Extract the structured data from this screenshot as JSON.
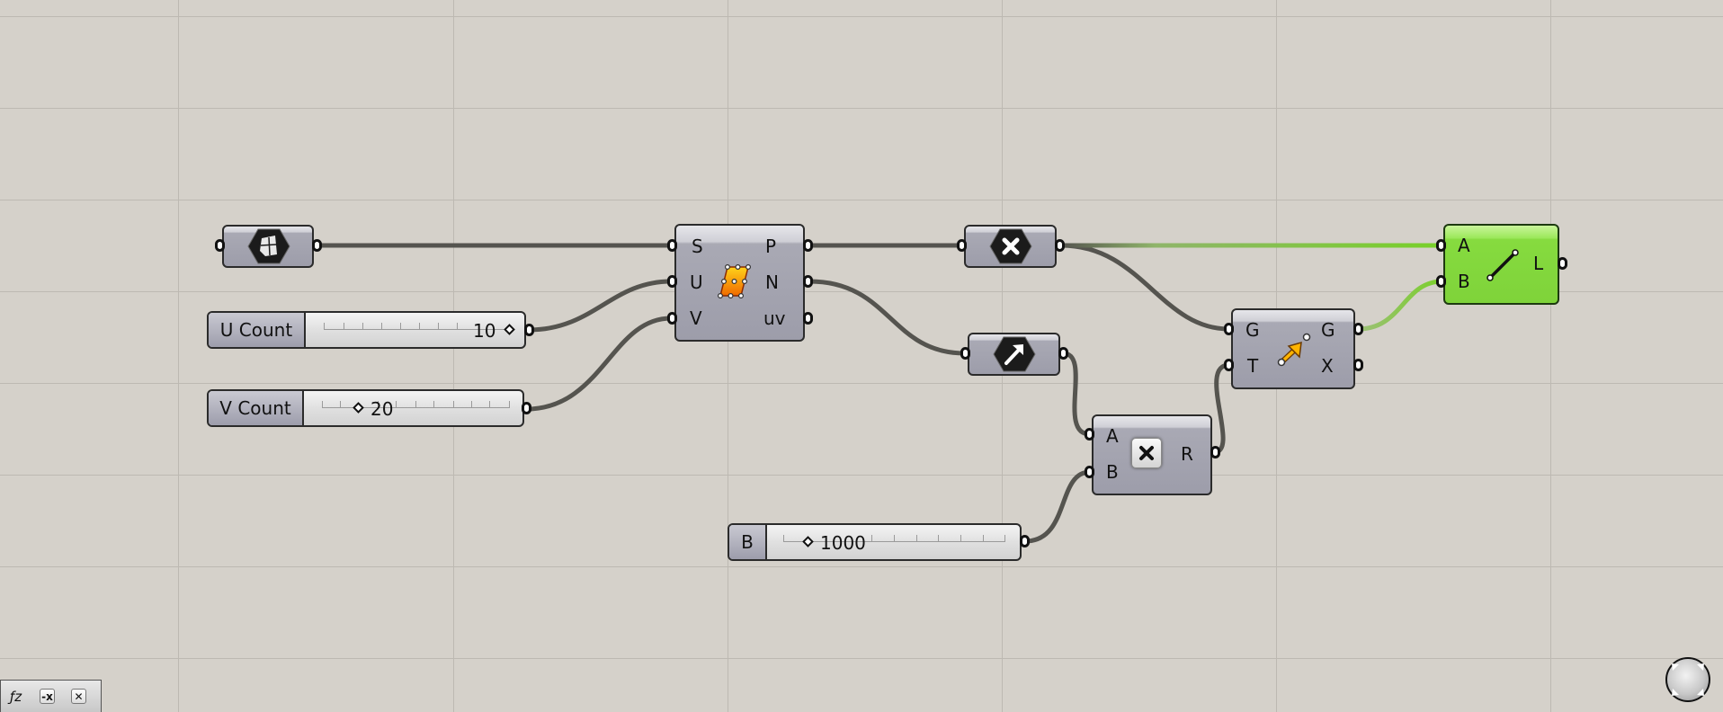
{
  "canvas": {
    "background": "#d5d1ca",
    "grid_color": "#bdb9b2",
    "grid_x": [
      198,
      504,
      809,
      1114,
      1419,
      1724
    ],
    "grid_y": [
      18,
      120,
      222,
      324,
      426,
      528,
      630,
      732
    ]
  },
  "components": {
    "surface_param": {
      "icon": "surface-param-icon",
      "label": "Surface"
    },
    "divide_surface": {
      "inputs": [
        "S",
        "U",
        "V"
      ],
      "outputs": [
        "P",
        "N",
        "uv"
      ],
      "icon": "divide-surface-icon"
    },
    "point_param": {
      "icon": "point-param-icon",
      "label": "Point"
    },
    "vector_param": {
      "icon": "vector-param-icon",
      "label": "Vector"
    },
    "multiplication": {
      "inputs": [
        "A",
        "B"
      ],
      "outputs": [
        "R"
      ],
      "icon": "multiply-icon"
    },
    "move": {
      "inputs": [
        "G",
        "T"
      ],
      "outputs": [
        "G",
        "X"
      ],
      "icon": "move-icon"
    },
    "line": {
      "inputs": [
        "A",
        "B"
      ],
      "outputs": [
        "L"
      ],
      "icon": "line-icon",
      "color": "#86db3f"
    }
  },
  "sliders": {
    "u_count": {
      "name": "U Count",
      "value": "10"
    },
    "v_count": {
      "name": "V Count",
      "value": "20"
    },
    "b": {
      "name": "B",
      "value": "1000"
    }
  },
  "wires": {
    "default_color": "#55544f",
    "selected_color": "#7ccf2e"
  },
  "toolbar": {
    "buttons": [
      {
        "name": "expression-button",
        "glyph": "ƒz"
      },
      {
        "name": "negate-button",
        "glyph": "-x"
      },
      {
        "name": "close-button",
        "glyph": "✕"
      }
    ]
  }
}
